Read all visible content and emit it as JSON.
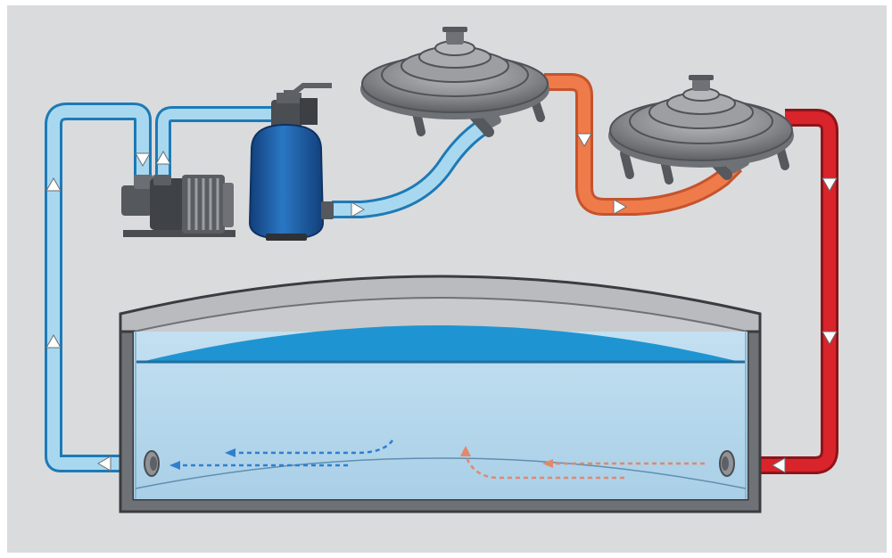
{
  "diagram": {
    "kind": "pool solar heating water circulation",
    "components": {
      "pump": "pool-pump",
      "filter": "sand-filter",
      "heater_1": "solar-dome-heater",
      "heater_2": "solar-dome-heater",
      "pool": "above-ground-pool"
    },
    "colors": {
      "background": "#dadbdd",
      "cold_pipe_fill": "#a8d8f0",
      "cold_pipe_outline": "#1d7ab6",
      "warm_pipe": "#ef7a4a",
      "hot_pipe": "#d8242a",
      "pool_water": "#b7d8ec",
      "pool_surface": "#1f94d2",
      "heater_gray": "#8a8c8f",
      "filter_blue": "#1d5fa8",
      "cold_flow_arrow": "#2f7fcf",
      "warm_flow_arrow": "#e2886b"
    },
    "flow": [
      "pool-outlet",
      "pump",
      "filter",
      "solar-heater-1",
      "solar-heater-2",
      "pool-inlet"
    ]
  }
}
